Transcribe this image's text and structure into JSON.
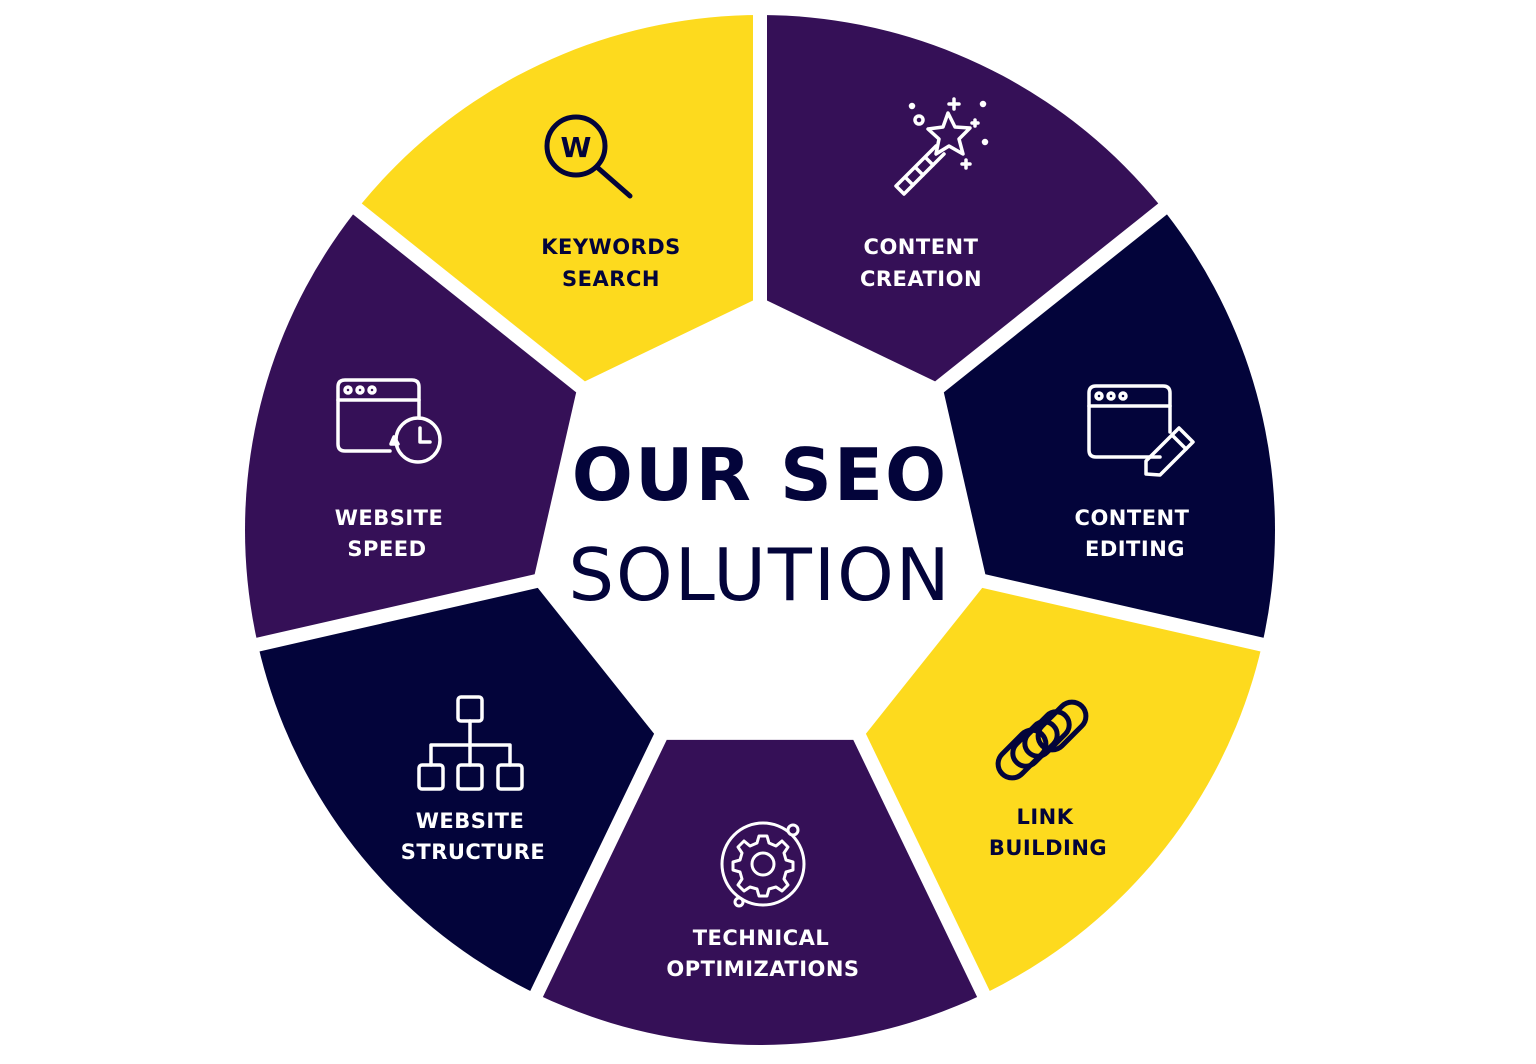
{
  "colors": {
    "yellow": "#FDDA1E",
    "purple": "#351057",
    "navy": "#03043A",
    "white": "#FFFFFF",
    "text_dark": "#03043A"
  },
  "center": {
    "line1": "OUR SEO",
    "line2": "SOLUTION"
  },
  "segments": [
    {
      "id": "keywords-search",
      "line1": "KEYWORDS",
      "line2": "SEARCH",
      "icon": "search-w-icon",
      "color": "yellow",
      "text": "dark"
    },
    {
      "id": "content-creation",
      "line1": "CONTENT",
      "line2": "CREATION",
      "icon": "magic-wand-icon",
      "color": "purple",
      "text": "light"
    },
    {
      "id": "content-editing",
      "line1": "CONTENT",
      "line2": "EDITING",
      "icon": "browser-pencil-icon",
      "color": "navy",
      "text": "light"
    },
    {
      "id": "link-building",
      "line1": "LINK",
      "line2": "BUILDING",
      "icon": "chain-link-icon",
      "color": "yellow",
      "text": "dark"
    },
    {
      "id": "technical-optimizations",
      "line1": "TECHNICAL",
      "line2": "OPTIMIZATIONS",
      "icon": "gear-icon",
      "color": "purple",
      "text": "light"
    },
    {
      "id": "website-structure",
      "line1": "WEBSITE",
      "line2": "STRUCTURE",
      "icon": "sitemap-icon",
      "color": "navy",
      "text": "light"
    },
    {
      "id": "website-speed",
      "line1": "WEBSITE",
      "line2": "SPEED",
      "icon": "browser-clock-icon",
      "color": "purple",
      "text": "light"
    }
  ]
}
